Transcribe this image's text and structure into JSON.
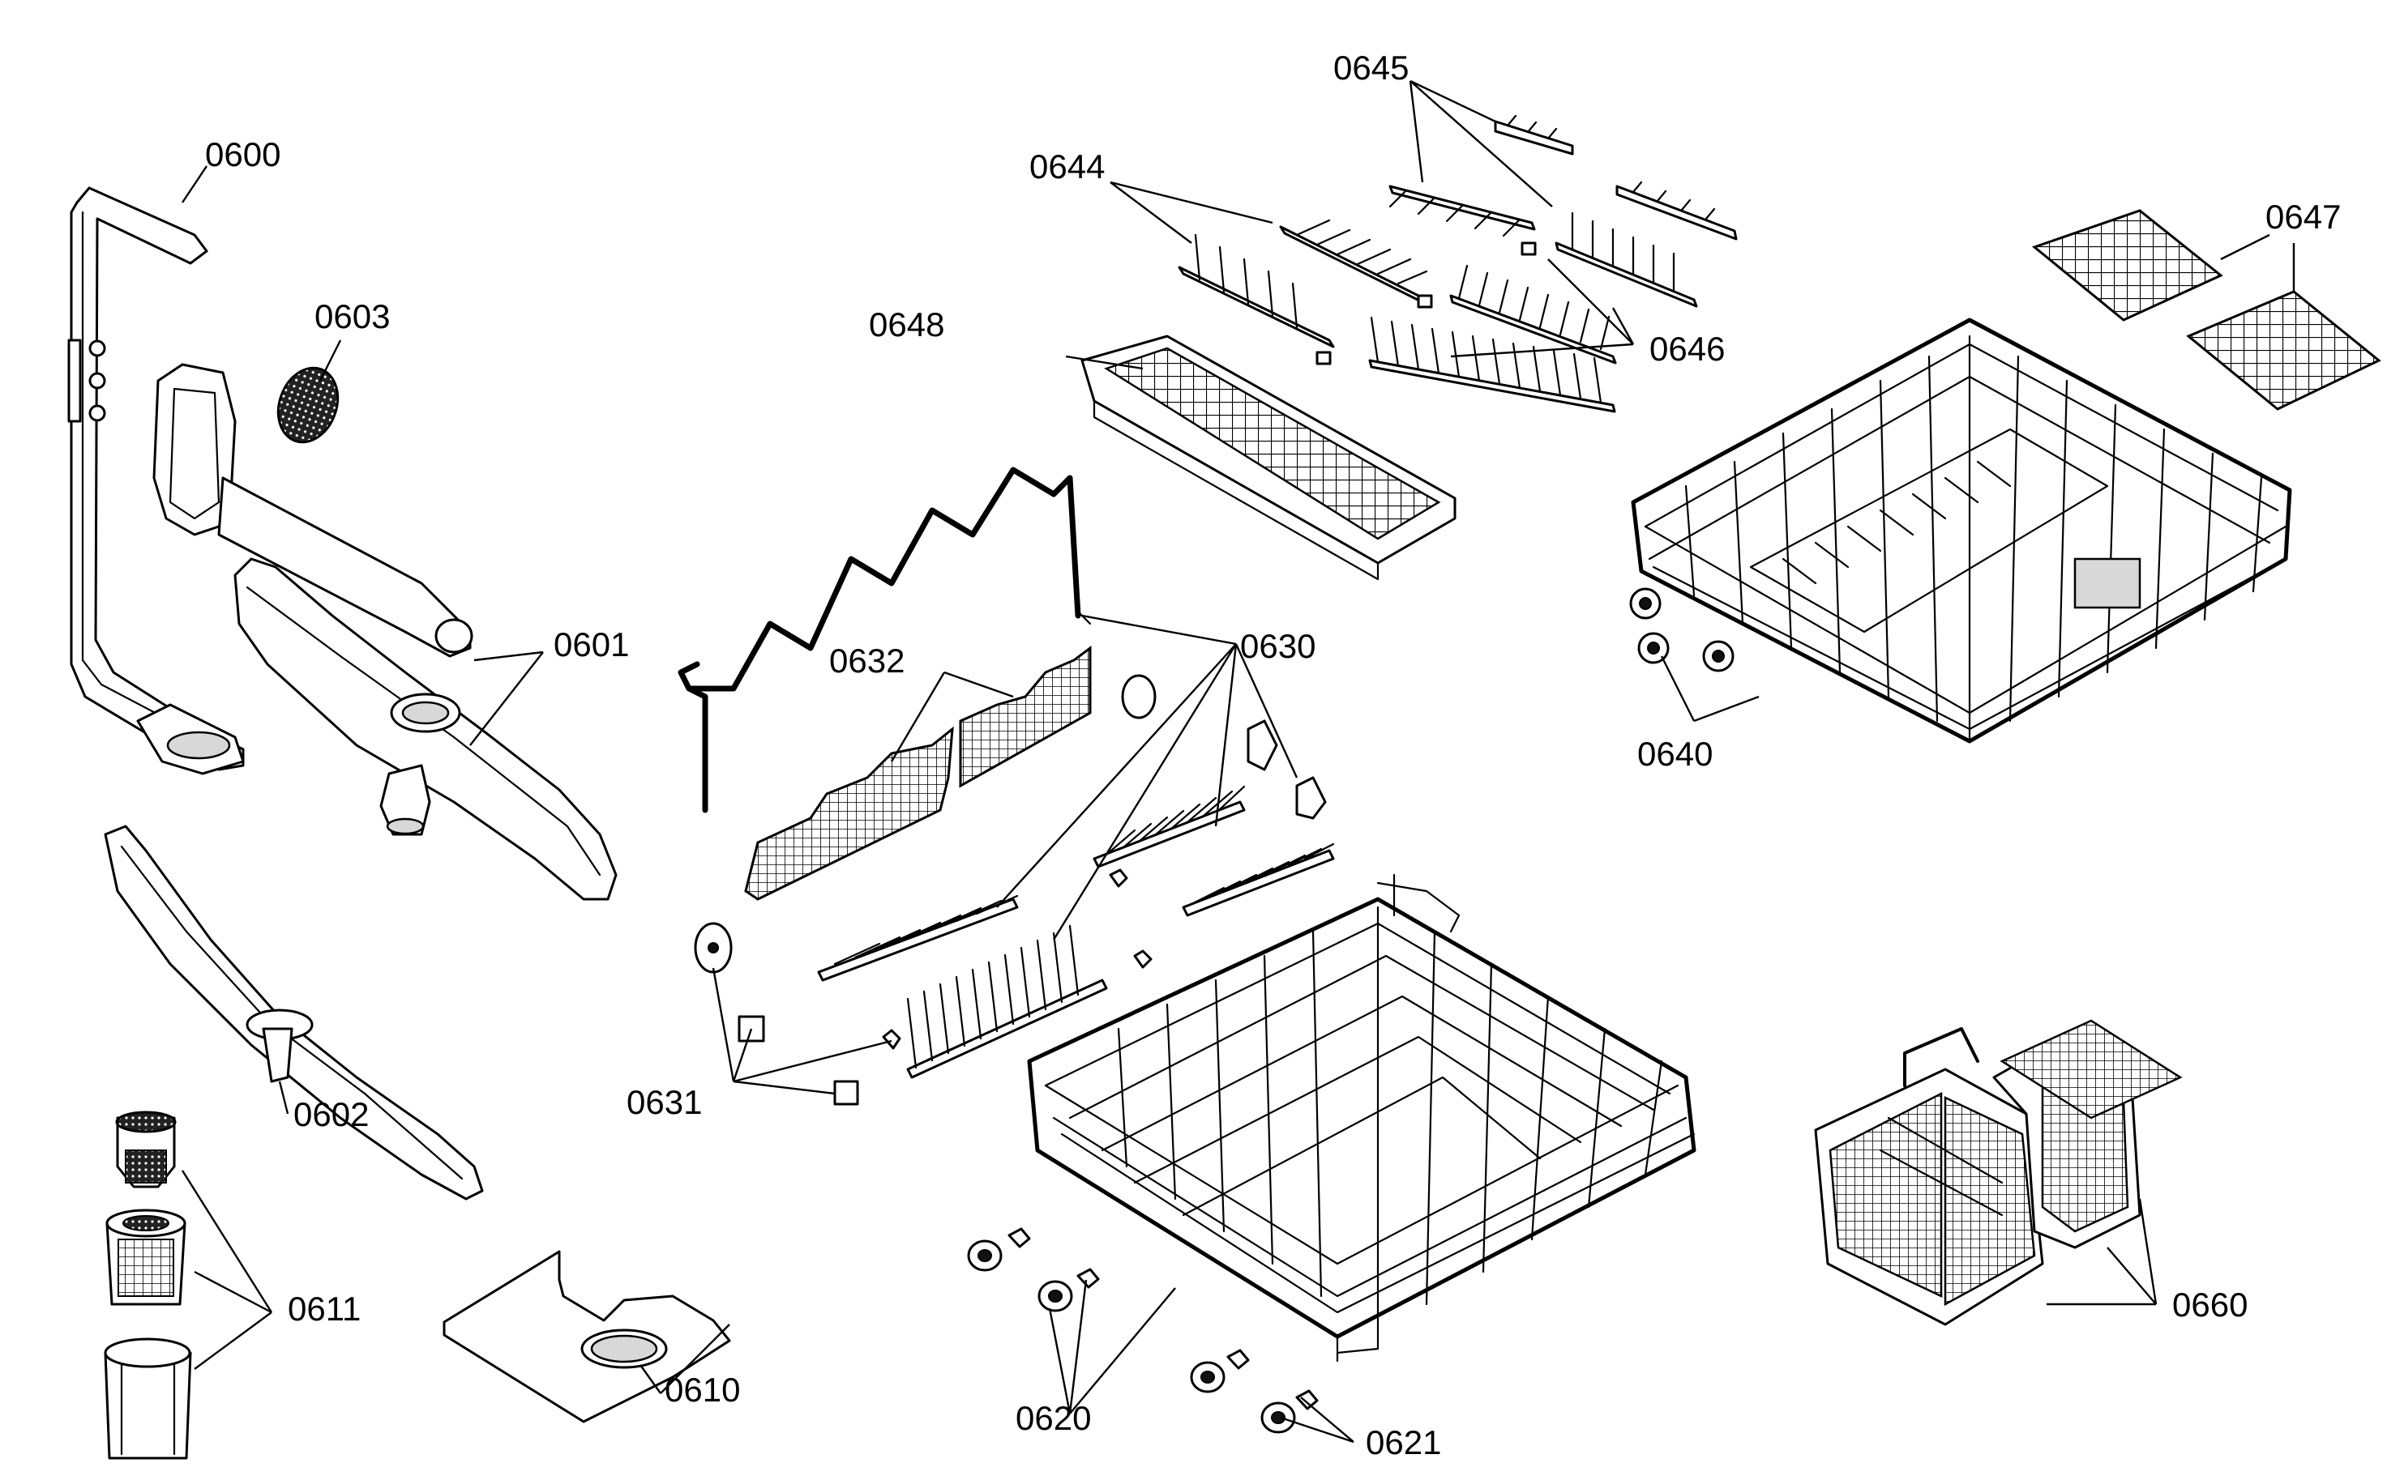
{
  "labels": {
    "p0600": "0600",
    "p0601": "0601",
    "p0602": "0602",
    "p0603": "0603",
    "p0610": "0610",
    "p0611": "0611",
    "p0620": "0620",
    "p0621": "0621",
    "p0630": "0630",
    "p0631": "0631",
    "p0632": "0632",
    "p0640": "0640",
    "p0644": "0644",
    "p0645": "0645",
    "p0646": "0646",
    "p0647": "0647",
    "p0648": "0648",
    "p0660": "0660"
  }
}
